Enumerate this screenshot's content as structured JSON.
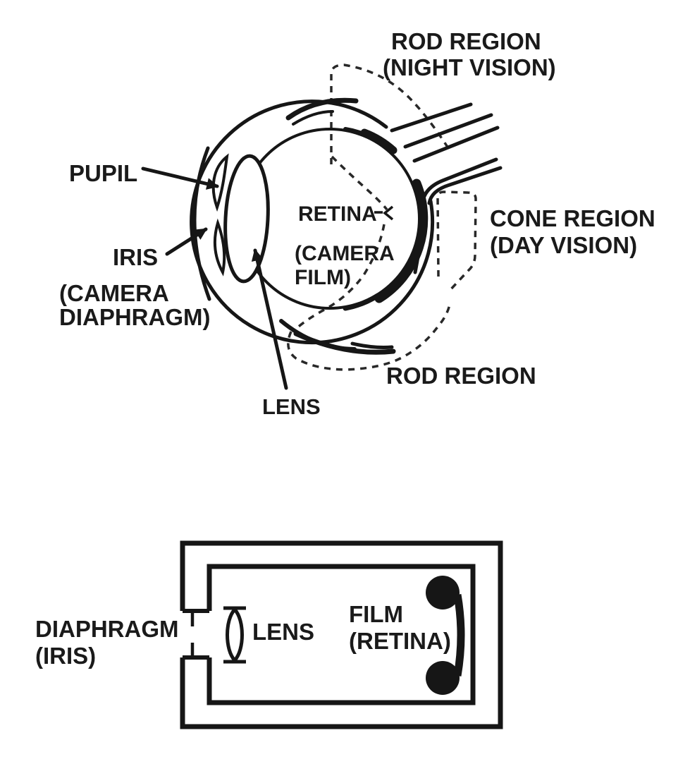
{
  "colors": {
    "ink": "#161616",
    "background": "#ffffff"
  },
  "eye": {
    "rod_top": {
      "line1": "ROD REGION",
      "line2": "(NIGHT VISION)"
    },
    "pupil": "PUPIL",
    "iris": {
      "line1": "IRIS",
      "line2": "(CAMERA",
      "line3": "DIAPHRAGM)"
    },
    "retina": {
      "line1": "RETINA",
      "line2": "(CAMERA",
      "line3": "FILM)"
    },
    "cone": {
      "line1": "CONE REGION",
      "line2": "(DAY VISION)"
    },
    "rod_bottom": "ROD REGION",
    "lens": "LENS"
  },
  "camera": {
    "diaphragm": {
      "line1": "DIAPHRAGM",
      "line2": "(IRIS)"
    },
    "lens": "LENS",
    "film": {
      "line1": "FILM",
      "line2": "(RETINA)"
    }
  }
}
